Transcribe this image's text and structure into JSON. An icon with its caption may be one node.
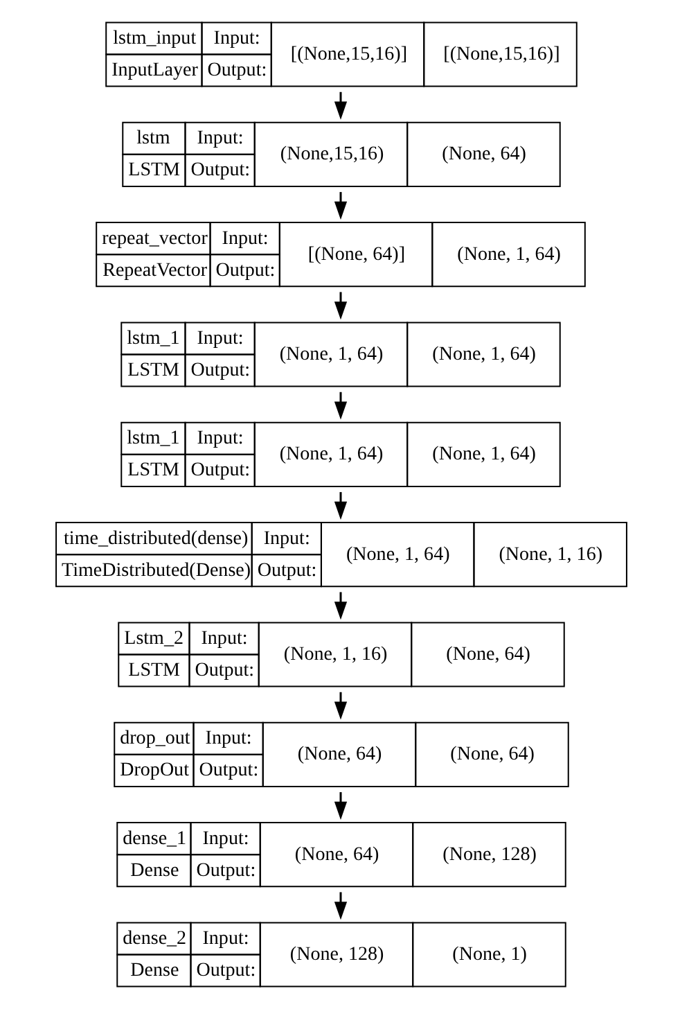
{
  "diagram": {
    "nodes": [
      {
        "text": [
          "lstm_input",
          "InputLayer",
          "Input:",
          "Output:",
          "[(None,15,16)]",
          "[(None,15,16)]"
        ]
      },
      {
        "text": [
          "lstm",
          "LSTM",
          "Input:",
          "Output:",
          "(None,15,16)",
          "(None, 64)"
        ]
      },
      {
        "text": [
          "repeat_vector",
          "RepeatVector",
          "Input:",
          "Output:",
          "[(None, 64)]",
          "(None, 1, 64)"
        ]
      },
      {
        "text": [
          "lstm_1",
          "LSTM",
          "Input:",
          "Output:",
          "(None, 1, 64)",
          "(None, 1, 64)"
        ]
      },
      {
        "text": [
          "lstm_1",
          "LSTM",
          "Input:",
          "Output:",
          "(None, 1, 64)",
          "(None, 1, 64)"
        ]
      },
      {
        "text": [
          "time_distributed(dense)",
          "TimeDistributed(Dense)",
          "Input:",
          "Output:",
          "(None, 1, 64)",
          "(None, 1, 16)"
        ]
      },
      {
        "text": [
          "Lstm_2",
          "LSTM",
          "Input:",
          "Output:",
          "(None, 1, 16)",
          "(None, 64)"
        ]
      },
      {
        "text": [
          "drop_out",
          "DropOut",
          "Input:",
          "Output:",
          "(None, 64)",
          "(None, 64)"
        ]
      },
      {
        "text": [
          "dense_1",
          "Dense",
          "Input:",
          "Output:",
          "(None, 64)",
          "(None, 128)"
        ]
      },
      {
        "text": [
          "dense_2",
          "Dense",
          "Input:",
          "Output:",
          "(None, 128)",
          "(None, 1)"
        ]
      }
    ],
    "edges": [
      {
        "from": 0,
        "to": 1,
        "arrow": "to"
      },
      {
        "from": 1,
        "to": 2,
        "arrow": "to"
      },
      {
        "from": 2,
        "to": 3,
        "arrow": "to"
      },
      {
        "from": 3,
        "to": 4,
        "arrow": "to"
      },
      {
        "from": 4,
        "to": 5,
        "arrow": "to"
      },
      {
        "from": 5,
        "to": 6,
        "arrow": "to"
      },
      {
        "from": 6,
        "to": 7,
        "arrow": "to"
      },
      {
        "from": 7,
        "to": 8,
        "arrow": "to"
      },
      {
        "from": 8,
        "to": 9,
        "arrow": "to"
      }
    ]
  }
}
